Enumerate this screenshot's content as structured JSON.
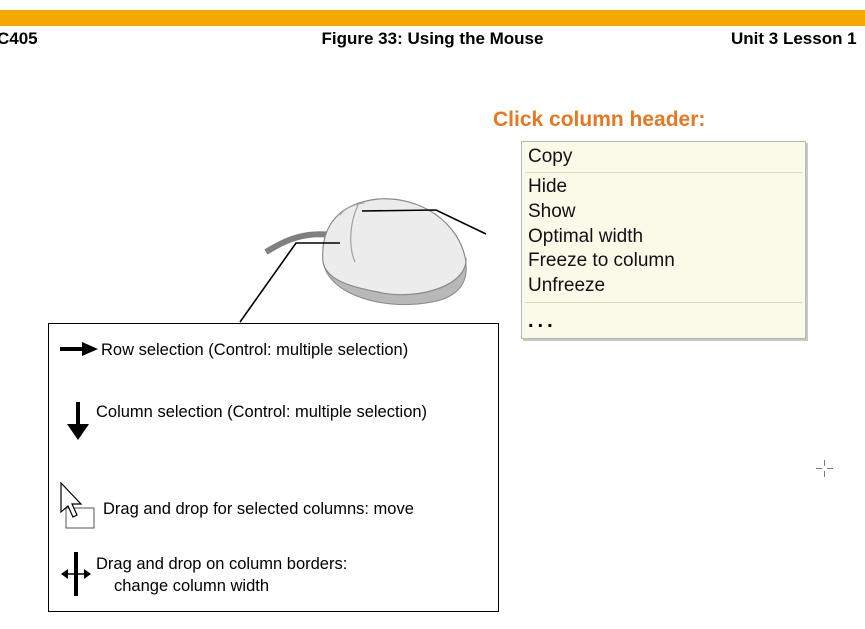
{
  "header": {
    "course_code": "C405",
    "figure_title": "Figure 33: Using the Mouse",
    "unit_lesson": "Unit 3 Lesson 1"
  },
  "colors": {
    "brand_bar": "#f5a800",
    "menu_title": "#e87722"
  },
  "context_menu": {
    "title": "Click column header:",
    "items": [
      "Copy",
      "Hide",
      "Show",
      "Optimal width",
      "Freeze to column",
      "Unfreeze"
    ],
    "more": "..."
  },
  "legend": {
    "items": [
      {
        "icon": "arrow-right-icon",
        "text": "Row selection (Control: multiple selection)"
      },
      {
        "icon": "arrow-down-icon",
        "text": "Column selection (Control: multiple selection)"
      },
      {
        "icon": "drag-pointer-icon",
        "text": "Drag and drop for selected columns: move"
      },
      {
        "icon": "resize-column-icon",
        "text": "Drag and drop on column borders:",
        "text2": "change column width"
      }
    ]
  }
}
